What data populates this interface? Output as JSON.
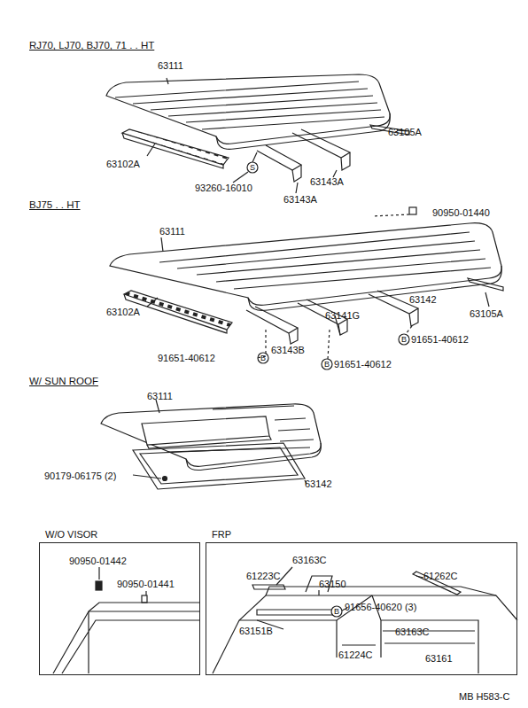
{
  "diagram": {
    "nodes": [
      {
        "text": [
          "W/O VISOR"
        ]
      },
      {
        "text": [
          "FRP"
        ]
      }
    ],
    "labels": [
      "RJ70, LJ70, BJ70, 71 . . HT",
      "63111",
      "63105A",
      "63102A",
      "S",
      "93260-16010",
      "63143A",
      "63143A",
      "BJ75 . . HT",
      "90950-01440",
      "63111",
      "63142",
      "63141G",
      "63105A",
      "63102A",
      "B",
      "91651-40612",
      "63143B",
      "91651-40612",
      "B",
      "B",
      "91651-40612",
      "W/ SUN  ROOF",
      "63111",
      "90179-06175 (2)",
      "63142",
      "90950-01442",
      "90950-01441",
      "63163C",
      "61223C",
      "63150",
      "61262C",
      "B",
      "91656-40620 (3)",
      "63151B",
      "63163C",
      "61224C",
      "63161",
      "MB  H583-C"
    ]
  }
}
